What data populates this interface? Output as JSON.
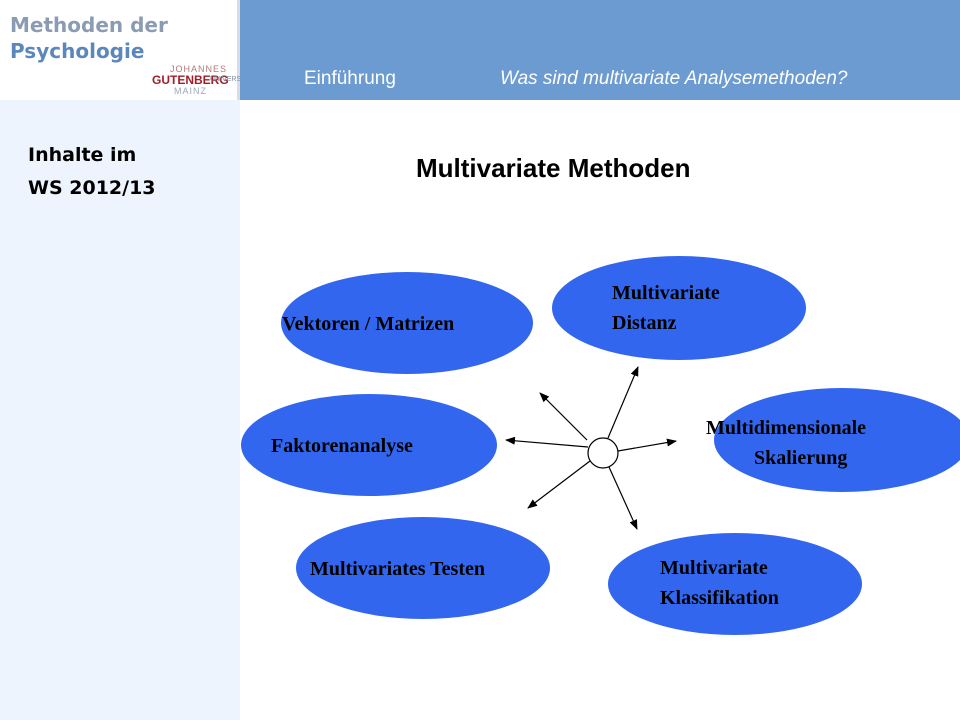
{
  "logo": {
    "line1": "Methoden der",
    "line2": "Psychologie",
    "university": {
      "top": "JOHANNES",
      "main": "GUTENBERG",
      "side": "UNIVERSITÄT",
      "bottom": "MAINZ"
    }
  },
  "header": {
    "section": "Einführung",
    "question": "Was sind multivariate Analysemethoden?"
  },
  "sidebar": {
    "line1": "Inhalte im",
    "line2": "WS  2012/13"
  },
  "main": {
    "title": "Multivariate Methoden"
  },
  "diagram": {
    "node_color": "#3366ee",
    "nodes": [
      {
        "id": "vektoren",
        "lines": [
          "Vektoren / Matrizen"
        ]
      },
      {
        "id": "distanz",
        "lines": [
          "Multivariate",
          "Distanz"
        ]
      },
      {
        "id": "faktoren",
        "lines": [
          "Faktorenanalyse"
        ]
      },
      {
        "id": "skalierung",
        "lines": [
          "Multidimensionale",
          "Skalierung"
        ]
      },
      {
        "id": "testen",
        "lines": [
          "Multivariates Testen"
        ]
      },
      {
        "id": "klassifikation",
        "lines": [
          "Multivariate",
          "Klassifikation"
        ]
      }
    ]
  }
}
